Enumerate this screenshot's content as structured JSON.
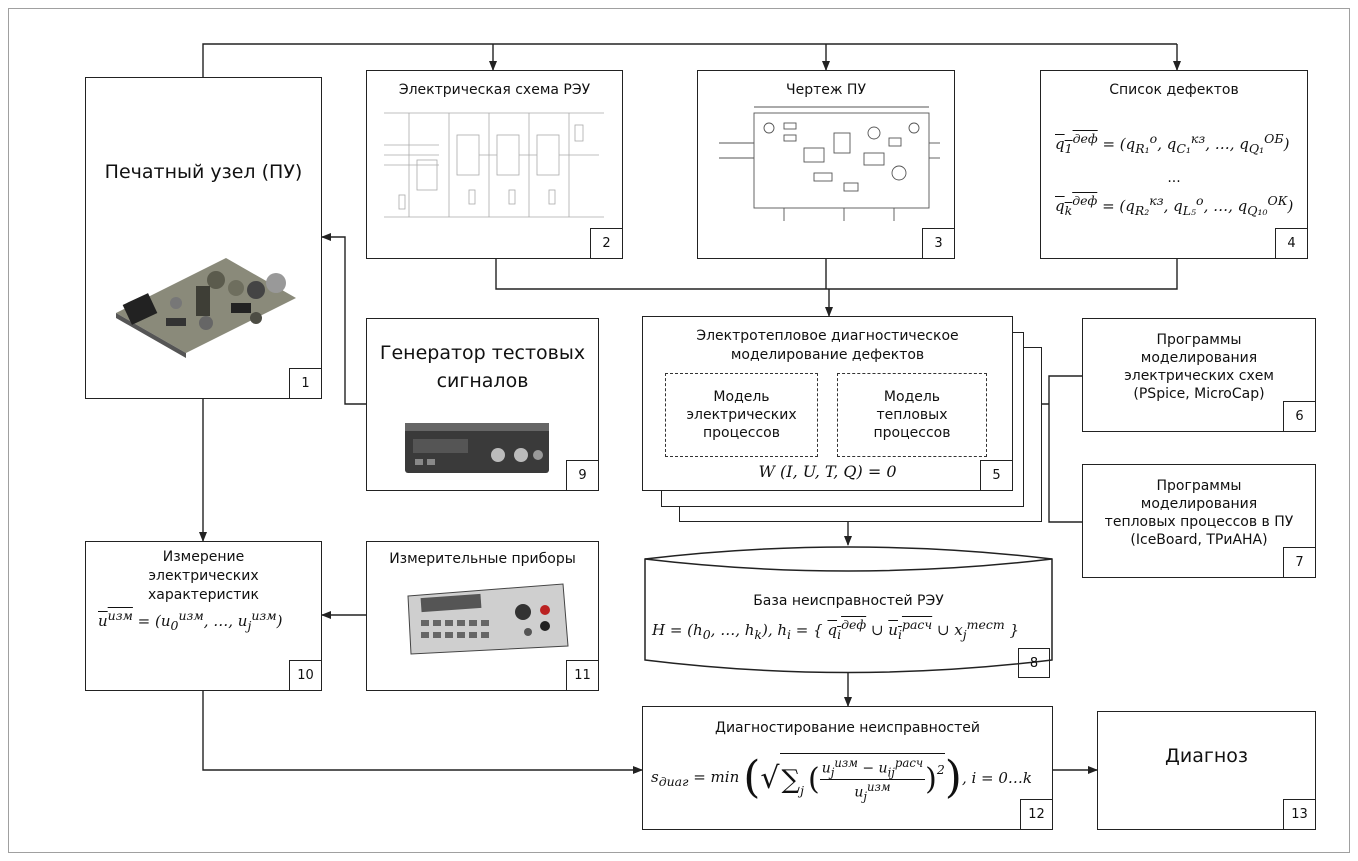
{
  "boxes": {
    "b1": {
      "title": "Печатный узел (ПУ)",
      "num": "1"
    },
    "b2": {
      "title": "Электрическая схема РЭУ",
      "num": "2"
    },
    "b3": {
      "title": "Чертеж ПУ",
      "num": "3"
    },
    "b4": {
      "title": "Список дефектов",
      "num": "4",
      "ellipsis": "..."
    },
    "b5": {
      "title_line1": "Электротепловое диагностическое",
      "title_line2": "моделирование дефектов",
      "model_a": "Модель электрических процессов",
      "model_b": "Модель тепловых процессов",
      "equation": "W (I, U, T, Q) = 0",
      "num": "5"
    },
    "b6": {
      "line1": "Программы",
      "line2": "моделирования",
      "line3": "электрических схем",
      "line4": "(PSpice, MicroCap)",
      "num": "6"
    },
    "b7": {
      "line1": "Программы",
      "line2": "моделирования",
      "line3": "тепловых процессов в ПУ",
      "line4": "(IceBoard, ТРиАНА)",
      "num": "7"
    },
    "b8": {
      "title": "База неисправностей РЭУ",
      "num": "8"
    },
    "b9": {
      "line1": "Генератор тестовых",
      "line2": "сигналов",
      "num": "9"
    },
    "b10": {
      "line1": "Измерение",
      "line2": "электрических",
      "line3": "характеристик",
      "num": "10"
    },
    "b11": {
      "title": "Измерительные приборы",
      "num": "11"
    },
    "b12": {
      "title": "Диагностирование неисправностей",
      "num": "12"
    },
    "b13": {
      "title": "Диагноз",
      "num": "13"
    }
  }
}
